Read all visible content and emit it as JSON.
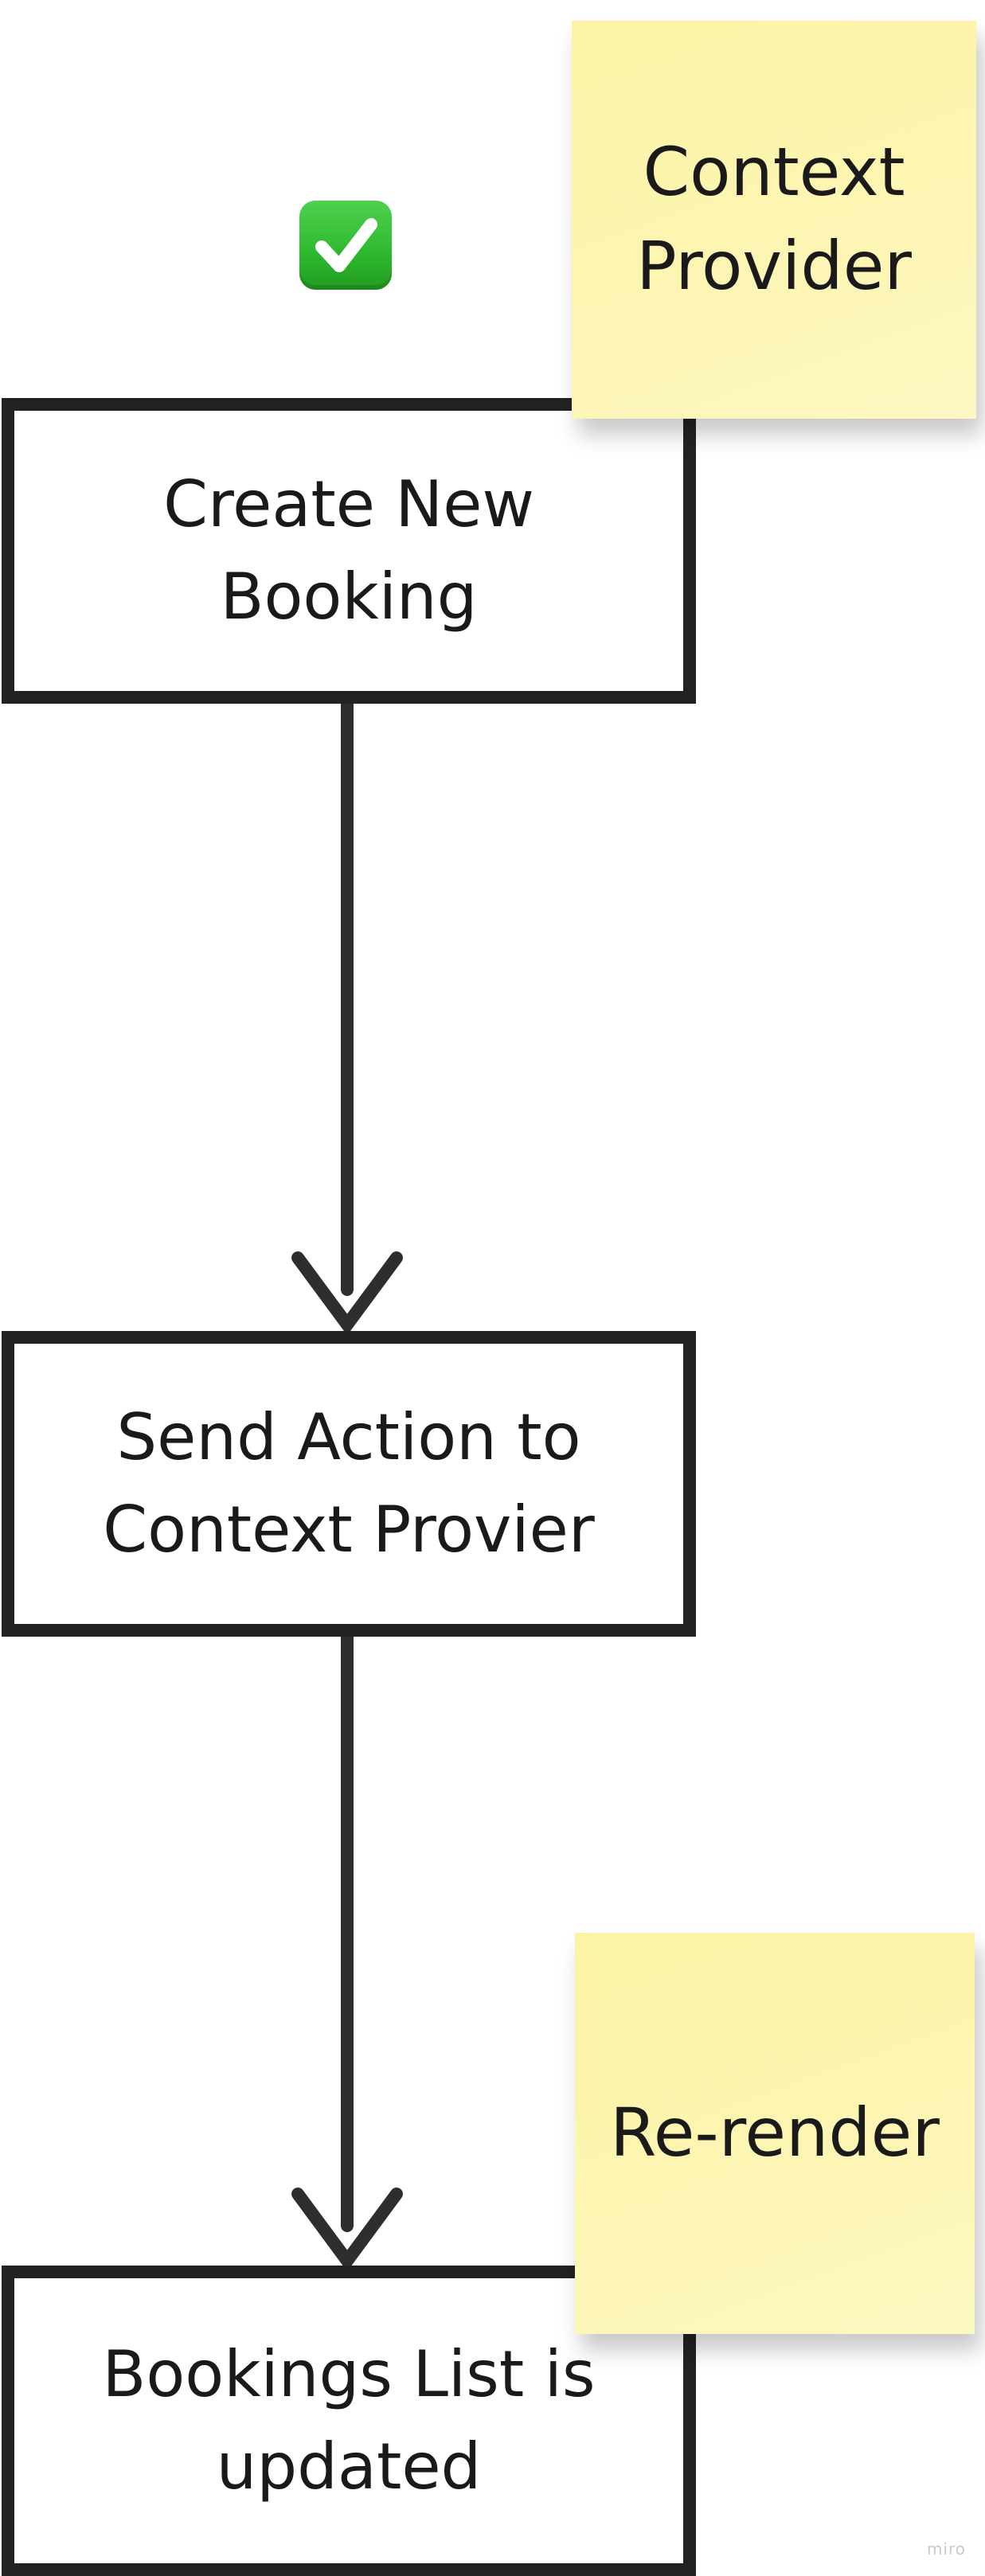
{
  "diagram": {
    "nodes": {
      "create_booking": "Create New Booking",
      "send_action": [
        "Send Action to",
        "Context Provier"
      ],
      "bookings_updated": [
        "Bookings List is",
        "updated"
      ]
    },
    "notes": {
      "context_provider": [
        "Context",
        "Provider"
      ],
      "rerender": "Re-render"
    },
    "status_icon": "check-mark-button-icon",
    "note_color": "#fdf5b3",
    "stroke_color": "#222222",
    "check_color": "#2eb82e"
  },
  "watermark": "miro"
}
